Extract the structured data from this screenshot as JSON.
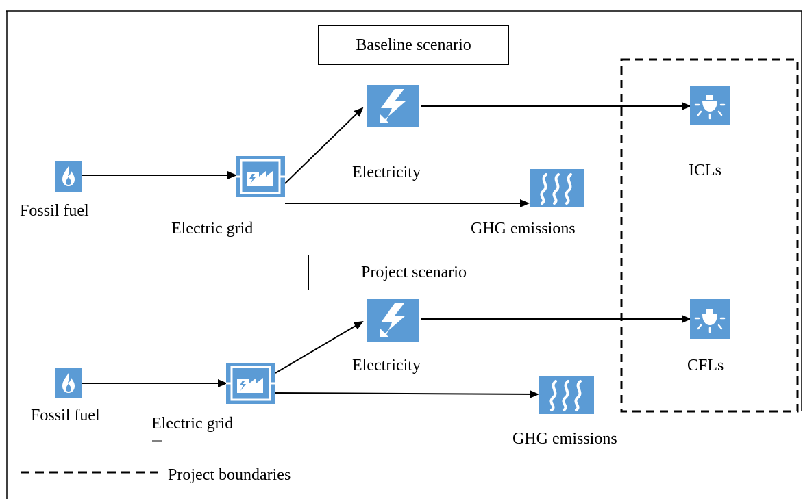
{
  "colors": {
    "icon_fill": "#5b9bd5",
    "icon_glyph": "#ffffff",
    "line": "#000000"
  },
  "baseline": {
    "title": "Baseline scenario",
    "fossil_fuel": "Fossil fuel",
    "electric_grid": "Electric grid",
    "electricity": "Electricity",
    "ghg_emissions": "GHG emissions",
    "lamps": "ICLs"
  },
  "project": {
    "title": "Project scenario",
    "fossil_fuel": "Fossil fuel",
    "electric_grid": "Electric grid",
    "electricity": "Electricity",
    "ghg_emissions": "GHG emissions",
    "lamps": "CFLs"
  },
  "legend": {
    "label": "Project boundaries"
  },
  "icons": {
    "fossil_fuel": "flame-icon",
    "electric_grid": "power-plant-icon",
    "electricity": "lightning-icon",
    "ghg_emissions": "heat-waves-icon",
    "lamp": "light-bulb-icon"
  }
}
